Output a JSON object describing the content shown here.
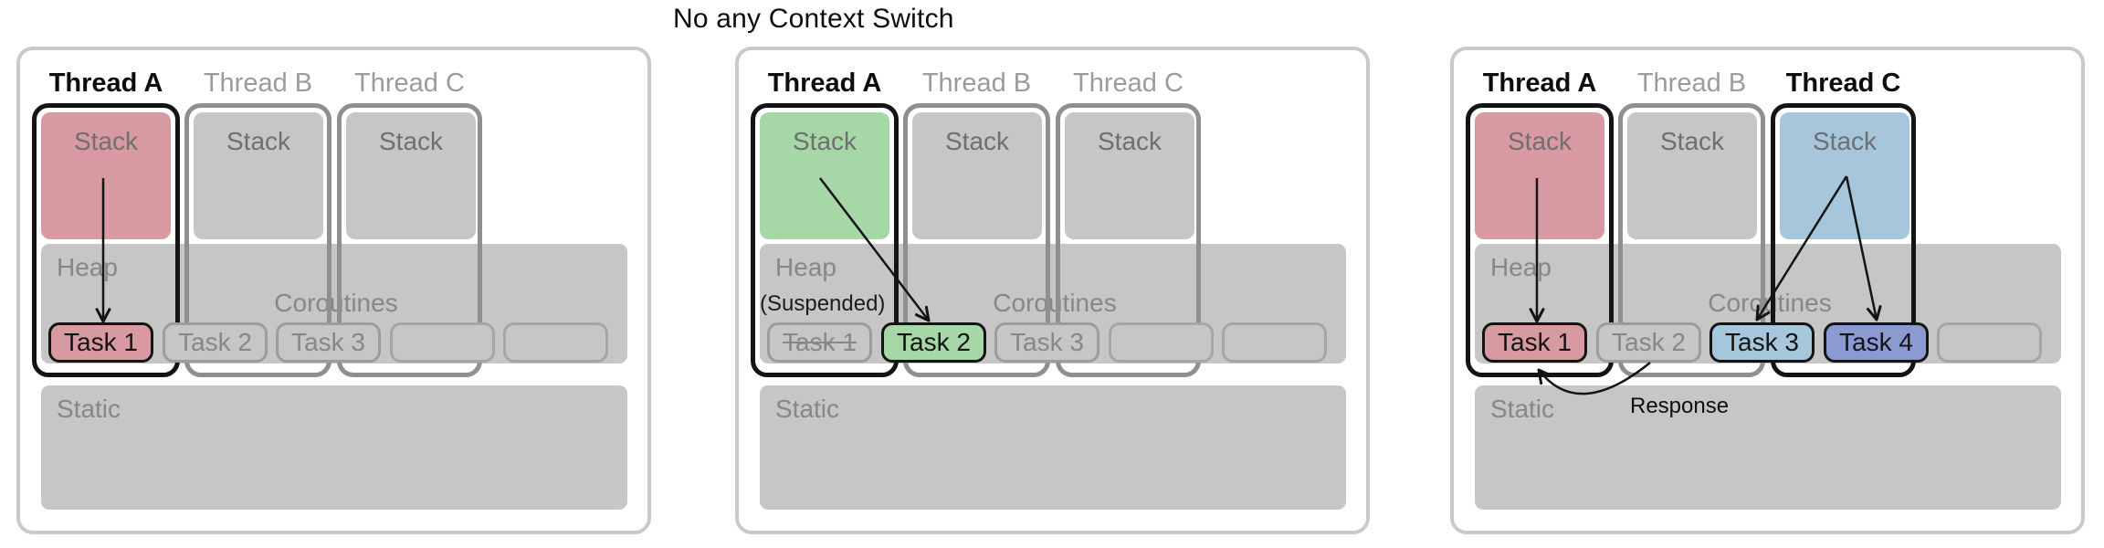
{
  "title": "No any Context Switch",
  "colors": {
    "pink": "#d89aa1",
    "green": "#a5d7a7",
    "light_blue": "#a5c6db",
    "periwinkle": "#8b9bd1",
    "gray_fill": "#c6c6c6",
    "black": "#141414",
    "gray_outline": "#8f8f8f",
    "gray_task_border": "#9c9c9c",
    "gray_text": "#878787",
    "inactive_thread_text": "#9b9b9b"
  },
  "panels": [
    {
      "threads": [
        {
          "label": "Thread A",
          "color": "#0d0d0d",
          "weight": "700",
          "scope_color": "#141414",
          "stack_fill": "#d89aa1",
          "stack_label": "Stack"
        },
        {
          "label": "Thread B",
          "color": "#9b9b9b",
          "weight": "400",
          "scope_color": "#8f8f8f",
          "stack_fill": "#c6c6c6",
          "stack_label": "Stack"
        },
        {
          "label": "Thread C",
          "color": "#9b9b9b",
          "weight": "400",
          "scope_color": "#8f8f8f",
          "stack_fill": "#c6c6c6",
          "stack_label": "Stack"
        }
      ],
      "heap_label": "Heap",
      "coroutines_label": "Coroutines",
      "static_label": "Static",
      "tasks": [
        {
          "label": "Task 1",
          "fill": "#d89aa1",
          "border": "#141414",
          "text": "#141414",
          "deco": "none"
        },
        {
          "label": "Task 2",
          "fill": "#c6c6c6",
          "border": "#9c9c9c",
          "text": "#878787",
          "deco": "none"
        },
        {
          "label": "Task 3",
          "fill": "#c6c6c6",
          "border": "#9c9c9c",
          "text": "#878787",
          "deco": "none"
        },
        {
          "label": "",
          "fill": "#c6c6c6",
          "border": "#a6a6a6",
          "text": "#878787",
          "deco": "none"
        },
        {
          "label": "",
          "fill": "#c6c6c6",
          "border": "#a6a6a6",
          "text": "#878787",
          "deco": "none"
        }
      ],
      "arrows": [
        {
          "from": [
            91,
            140
          ],
          "to": [
            91,
            297
          ]
        }
      ]
    },
    {
      "threads": [
        {
          "label": "Thread A",
          "color": "#0d0d0d",
          "weight": "700",
          "scope_color": "#141414",
          "stack_fill": "#a5d7a7",
          "stack_label": "Stack"
        },
        {
          "label": "Thread B",
          "color": "#9b9b9b",
          "weight": "400",
          "scope_color": "#8f8f8f",
          "stack_fill": "#c6c6c6",
          "stack_label": "Stack"
        },
        {
          "label": "Thread C",
          "color": "#9b9b9b",
          "weight": "400",
          "scope_color": "#8f8f8f",
          "stack_fill": "#c6c6c6",
          "stack_label": "Stack"
        }
      ],
      "heap_label": "Heap",
      "coroutines_label": "Coroutines",
      "static_label": "Static",
      "suspended_label": "(Suspended)",
      "tasks": [
        {
          "label": "Task 1",
          "fill": "#c6c6c6",
          "border": "#9c9c9c",
          "text": "#878787",
          "deco": "line-through"
        },
        {
          "label": "Task 2",
          "fill": "#a5d7a7",
          "border": "#141414",
          "text": "#141414",
          "deco": "none"
        },
        {
          "label": "Task 3",
          "fill": "#c6c6c6",
          "border": "#9c9c9c",
          "text": "#878787",
          "deco": "none"
        },
        {
          "label": "",
          "fill": "#c6c6c6",
          "border": "#a6a6a6",
          "text": "#878787",
          "deco": "none"
        },
        {
          "label": "",
          "fill": "#c6c6c6",
          "border": "#a6a6a6",
          "text": "#878787",
          "deco": "none"
        }
      ],
      "arrows": [
        {
          "from": [
            89,
            140
          ],
          "to": [
            208,
            296
          ]
        }
      ]
    },
    {
      "threads": [
        {
          "label": "Thread A",
          "color": "#0d0d0d",
          "weight": "700",
          "scope_color": "#141414",
          "stack_fill": "#d89aa1",
          "stack_label": "Stack"
        },
        {
          "label": "Thread B",
          "color": "#9b9b9b",
          "weight": "400",
          "scope_color": "#8f8f8f",
          "stack_fill": "#c6c6c6",
          "stack_label": "Stack"
        },
        {
          "label": "Thread C",
          "color": "#0d0d0d",
          "weight": "700",
          "scope_color": "#141414",
          "stack_fill": "#a5c6db",
          "stack_label": "Stack"
        }
      ],
      "heap_label": "Heap",
      "coroutines_label": "Coroutines",
      "static_label": "Static",
      "response_label": "Response",
      "tasks": [
        {
          "label": "Task 1",
          "fill": "#d89aa1",
          "border": "#141414",
          "text": "#141414",
          "deco": "none"
        },
        {
          "label": "Task 2",
          "fill": "#c6c6c6",
          "border": "#9c9c9c",
          "text": "#878787",
          "deco": "none"
        },
        {
          "label": "Task 3",
          "fill": "#a5c6db",
          "border": "#141414",
          "text": "#141414",
          "deco": "none"
        },
        {
          "label": "Task 4",
          "fill": "#8b9bd1",
          "border": "#141414",
          "text": "#141414",
          "deco": "none"
        },
        {
          "label": "",
          "fill": "#c6c6c6",
          "border": "#a6a6a6",
          "text": "#878787",
          "deco": "none"
        }
      ],
      "arrows": [
        {
          "from": [
            91,
            140
          ],
          "to": [
            91,
            297
          ]
        },
        {
          "from": [
            430,
            138
          ],
          "to": [
            332,
            295
          ]
        },
        {
          "from": [
            430,
            138
          ],
          "to": [
            463,
            295
          ]
        },
        {
          "from": [
            215,
            342
          ],
          "ctrl": [
            136,
            406
          ],
          "to": [
            93,
            350
          ]
        }
      ]
    }
  ]
}
